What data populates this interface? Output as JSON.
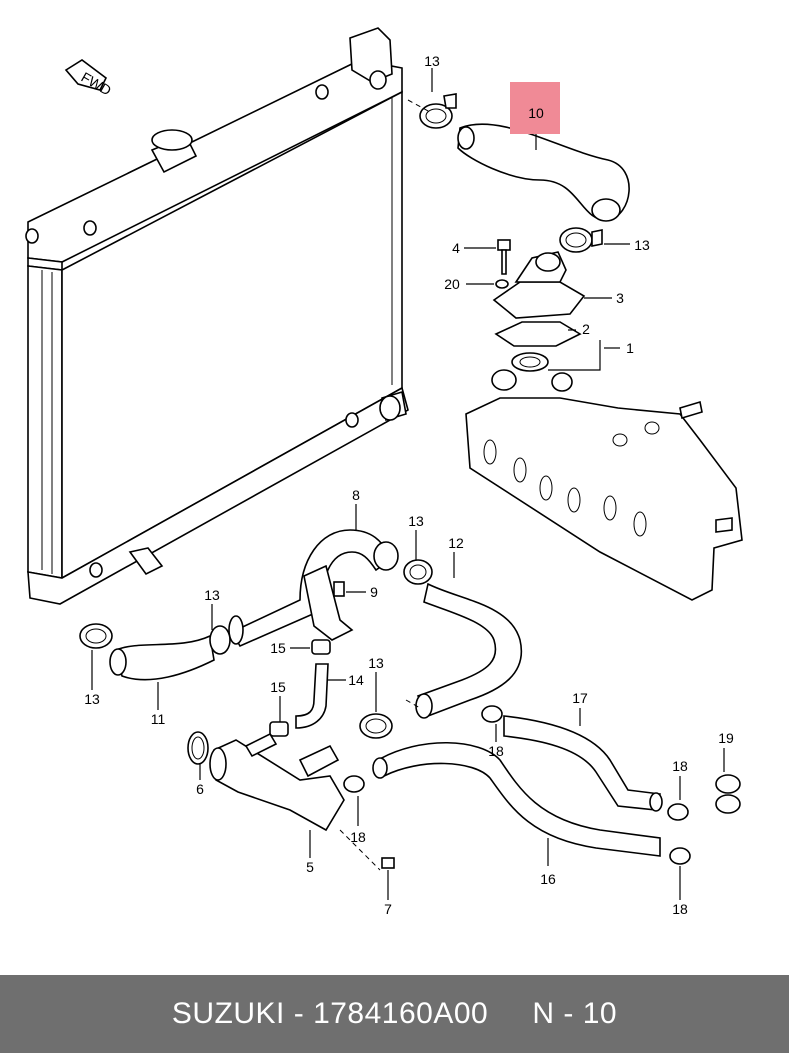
{
  "diagram": {
    "callouts": {
      "c1": "1",
      "c2": "2",
      "c3": "3",
      "c4": "4",
      "c5": "5",
      "c6": "6",
      "c7": "7",
      "c8": "8",
      "c9": "9",
      "c10": "10",
      "c11": "11",
      "c12": "12",
      "c13a": "13",
      "c13b": "13",
      "c13c": "13",
      "c13d": "13",
      "c13e": "13",
      "c13f": "13",
      "c14": "14",
      "c15a": "15",
      "c15b": "15",
      "c16": "16",
      "c17": "17",
      "c18a": "18",
      "c18b": "18",
      "c18c": "18",
      "c18d": "18",
      "c19": "19",
      "c20": "20"
    },
    "front_marker": "FWD",
    "highlight_color": "#f08a96"
  },
  "footer": {
    "brand": "SUZUKI",
    "separator": " - ",
    "part_number": "1784160A00",
    "callout_ref": "N - 10",
    "background": "#6f6f6f"
  }
}
